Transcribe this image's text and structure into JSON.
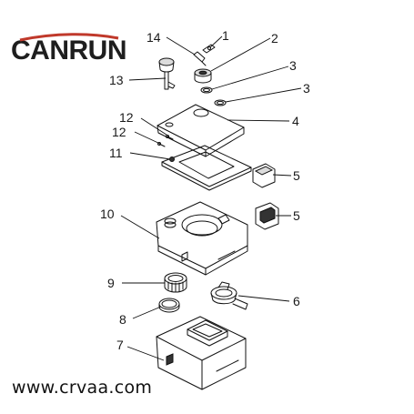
{
  "brand": {
    "logo_text": "CANRUN",
    "accent_color": "#c0392b"
  },
  "footer": {
    "website": "www.crvaa.com"
  },
  "callouts": [
    {
      "id": "c14",
      "label": "14"
    },
    {
      "id": "c1",
      "label": "1"
    },
    {
      "id": "c2",
      "label": "2"
    },
    {
      "id": "c3a",
      "label": "3"
    },
    {
      "id": "c13",
      "label": "13"
    },
    {
      "id": "c3b",
      "label": "3"
    },
    {
      "id": "c12a",
      "label": "12"
    },
    {
      "id": "c4",
      "label": "4"
    },
    {
      "id": "c12b",
      "label": "12"
    },
    {
      "id": "c11",
      "label": "11"
    },
    {
      "id": "c5a",
      "label": "5"
    },
    {
      "id": "c10",
      "label": "10"
    },
    {
      "id": "c5b",
      "label": "5"
    },
    {
      "id": "c9",
      "label": "9"
    },
    {
      "id": "c6",
      "label": "6"
    },
    {
      "id": "c8",
      "label": "8"
    },
    {
      "id": "c7",
      "label": "7"
    }
  ]
}
